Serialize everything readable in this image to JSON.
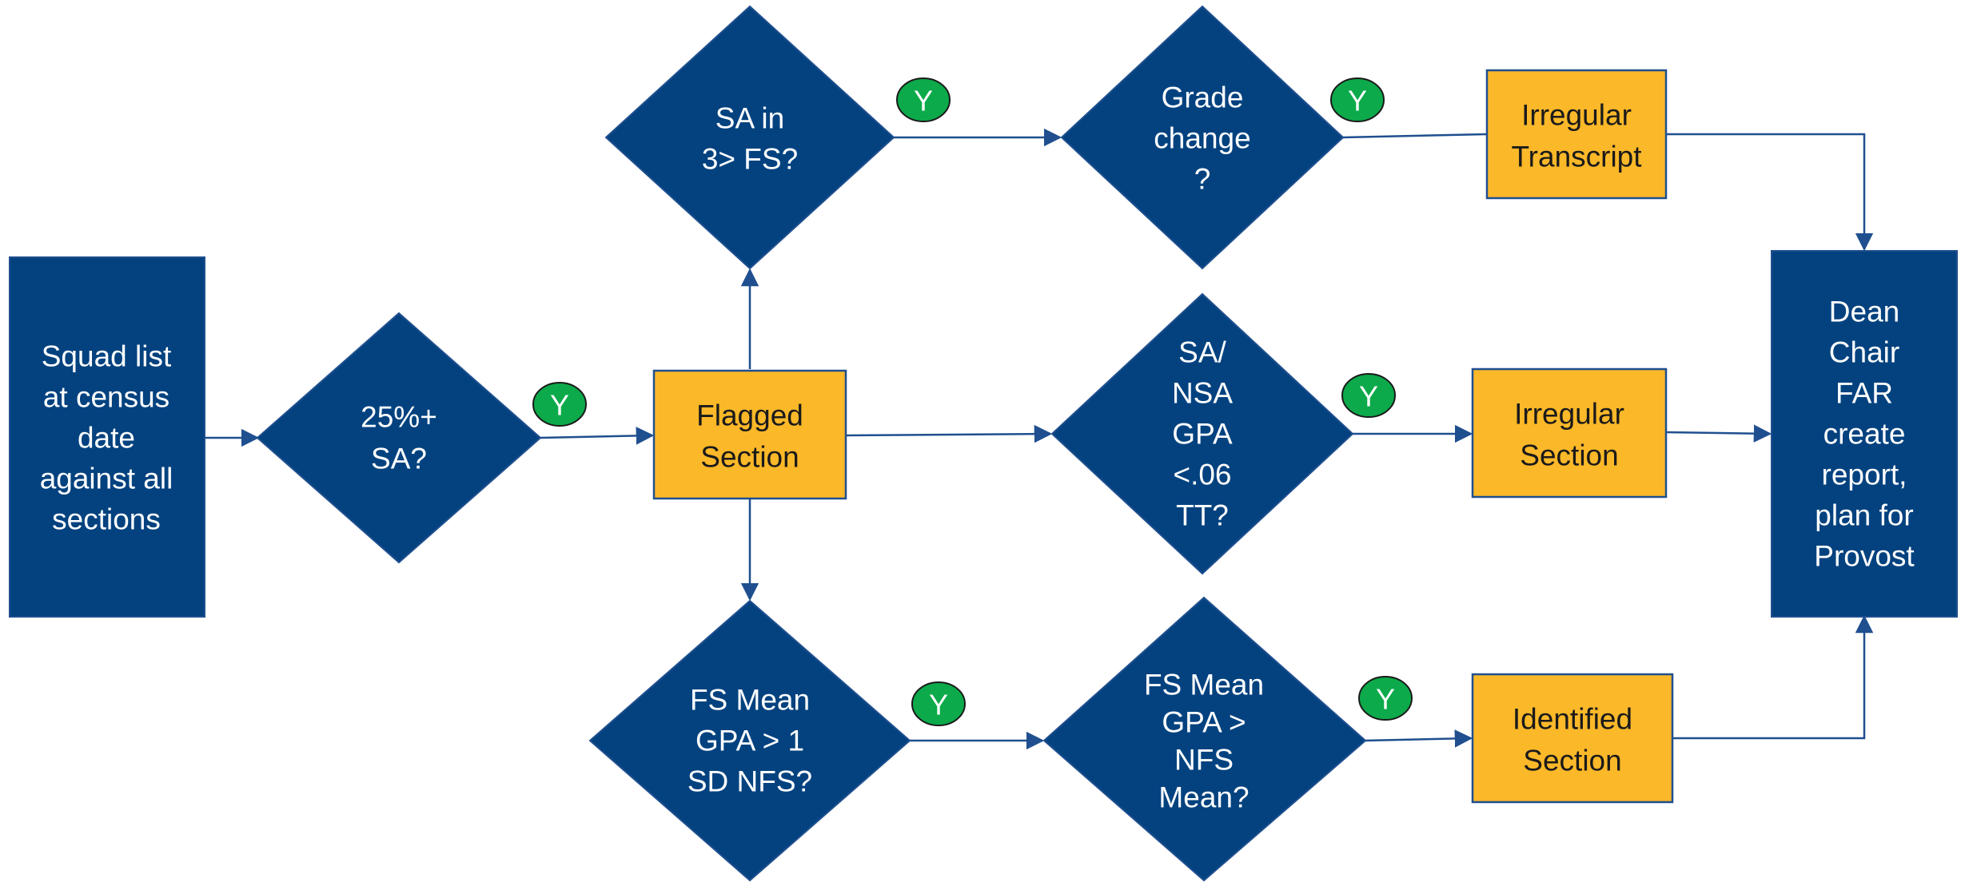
{
  "colors": {
    "decision_fill": "#03427F",
    "decision_stroke": "#1F4F8F",
    "outcome_fill": "#FBB829",
    "outcome_stroke": "#1F4F8F",
    "badge_fill": "#0CAA4A",
    "badge_stroke": "#1a1a1a",
    "connector": "#1F4F8F"
  },
  "nodes": {
    "squad_list": [
      "Squad list",
      "at census",
      "date",
      "against all",
      "sections"
    ],
    "sa_25": [
      "25%+",
      "SA?"
    ],
    "flagged_section": [
      "Flagged",
      "Section"
    ],
    "sa_in_3_fs": [
      "SA in",
      "3> FS?"
    ],
    "grade_change": [
      "Grade",
      "change",
      "?"
    ],
    "irregular_transcript": [
      "Irregular",
      "Transcript"
    ],
    "sa_nsa_gpa": [
      "SA/",
      "NSA",
      "GPA",
      "<.06",
      "TT?"
    ],
    "irregular_section": [
      "Irregular",
      "Section"
    ],
    "fs_mean_1sd": [
      "FS Mean",
      "GPA > 1",
      "SD NFS?"
    ],
    "fs_mean_nfs": [
      "FS Mean",
      "GPA >",
      "NFS",
      "Mean?"
    ],
    "identified_section": [
      "Identified",
      "Section"
    ],
    "dean_chair_far": [
      "Dean",
      "Chair",
      "FAR",
      "create",
      "report,",
      "plan for",
      "Provost"
    ]
  },
  "badges": {
    "yes_label": "Y"
  }
}
